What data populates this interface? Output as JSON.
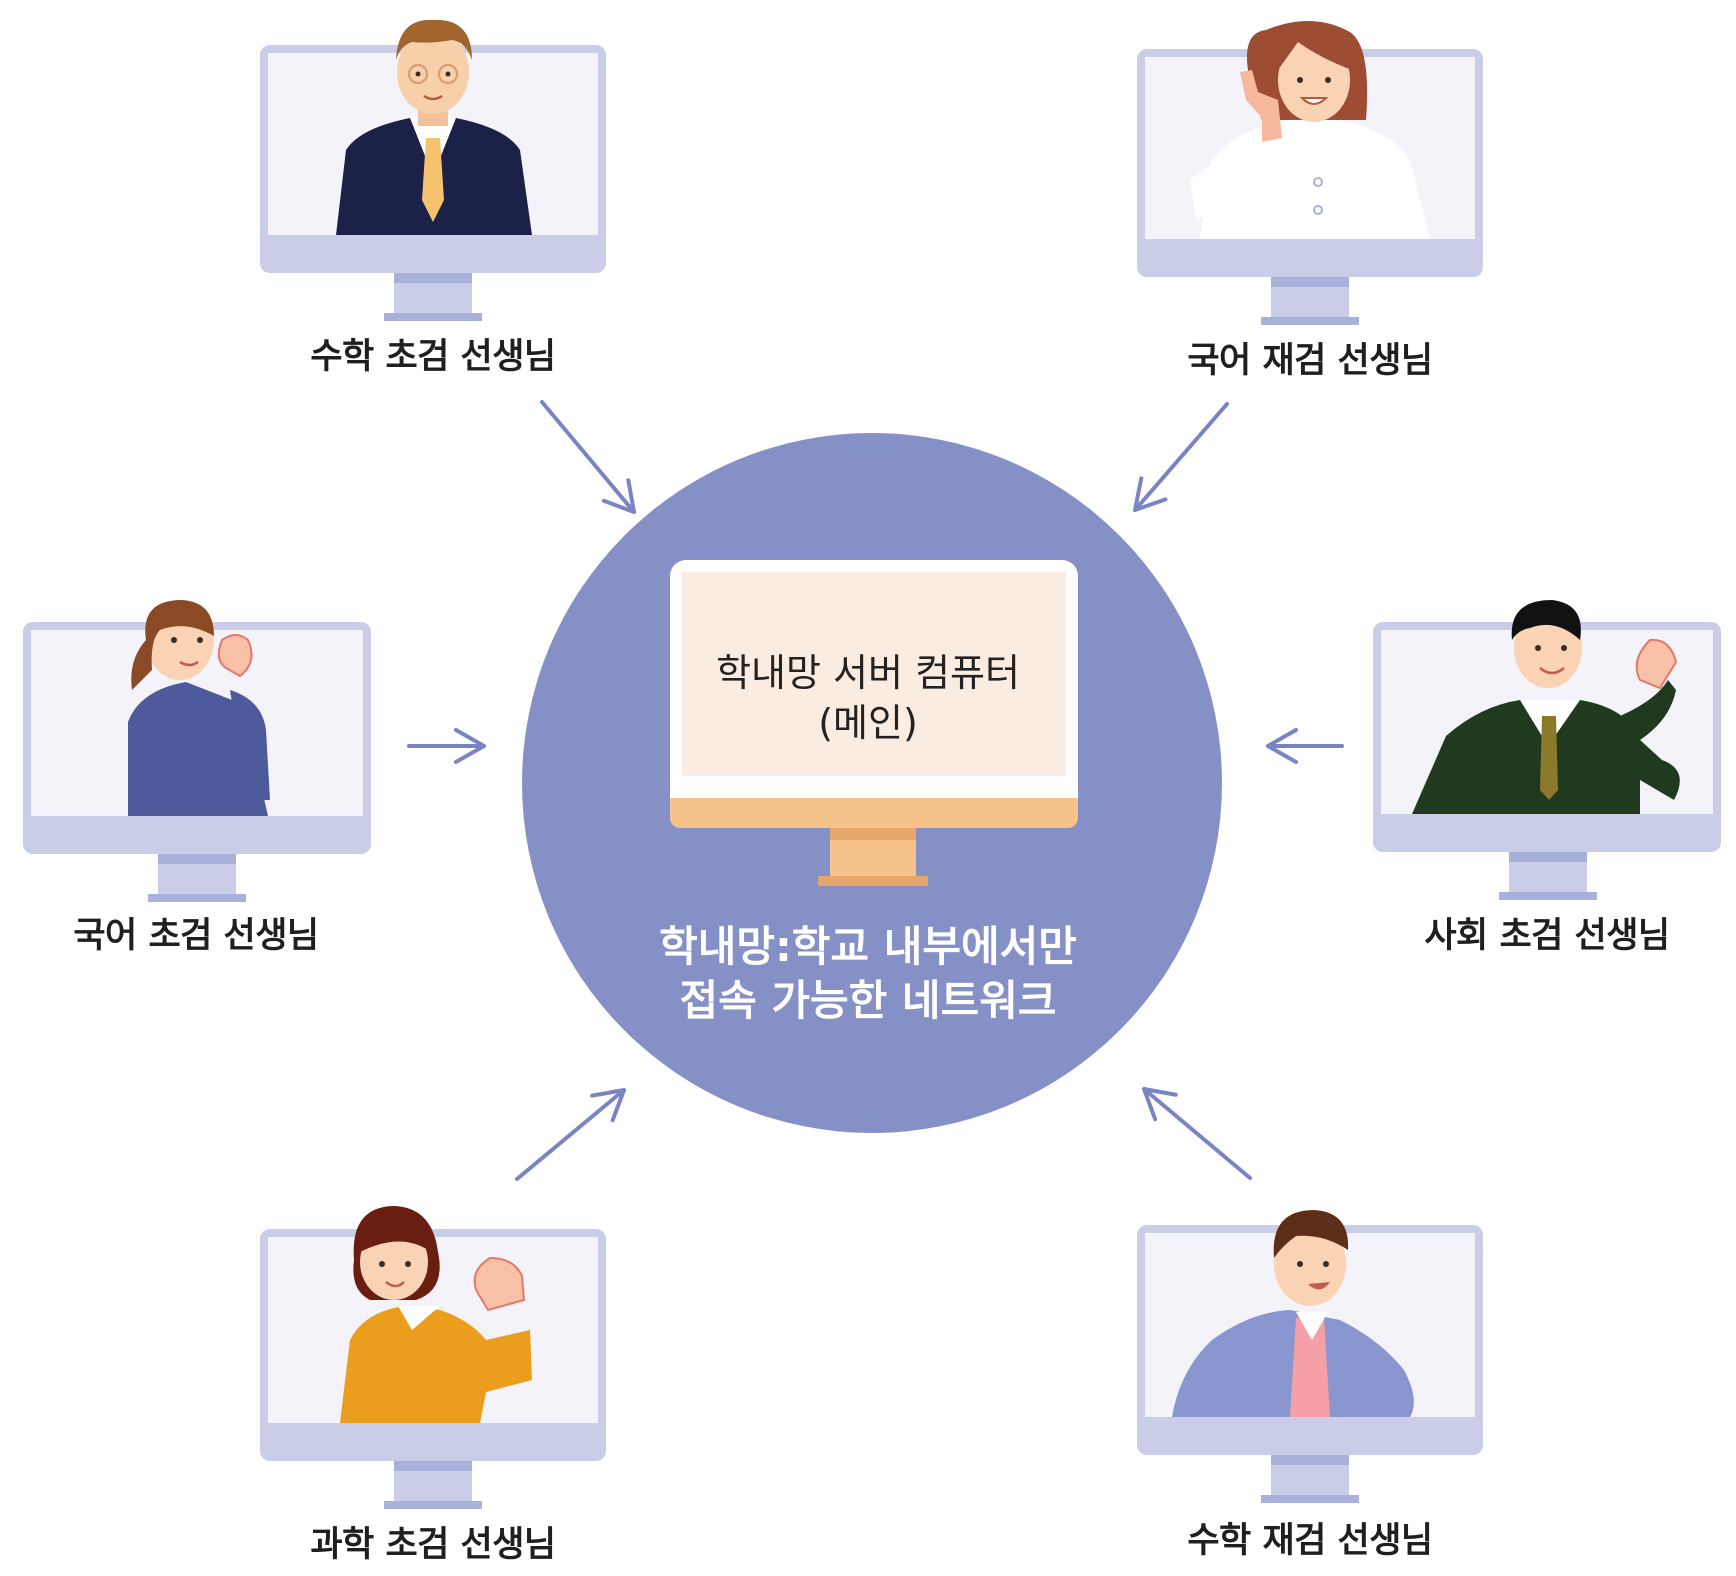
{
  "center": {
    "server_title": "학내망 서버 컴퓨터",
    "server_subtitle": "(메인)",
    "caption_line1": "학내망:학교 내부에서만",
    "caption_line2": "접속 가능한 네트워크"
  },
  "teachers": [
    {
      "label": "수학 초검 선생님",
      "figure": "man-navy-suit-glasses"
    },
    {
      "label": "국어 재검 선생님",
      "figure": "woman-white-shirt-thumbs-up"
    },
    {
      "label": "국어 초검 선생님",
      "figure": "woman-blue-jacket-fist"
    },
    {
      "label": "사회 초검 선생님",
      "figure": "man-green-suit-pointing"
    },
    {
      "label": "과학 초검 선생님",
      "figure": "woman-orange-sweater-fist"
    },
    {
      "label": "수학 재검 선생님",
      "figure": "man-lavender-shirt-pink-tie"
    }
  ],
  "colors": {
    "circle": "#8590c6",
    "arrow": "#7b84c2",
    "monitor_frame": "#c9cde8",
    "monitor_screen": "#f4f3f9",
    "server_screen": "#fbece2",
    "server_frame": "#f5c38a"
  }
}
